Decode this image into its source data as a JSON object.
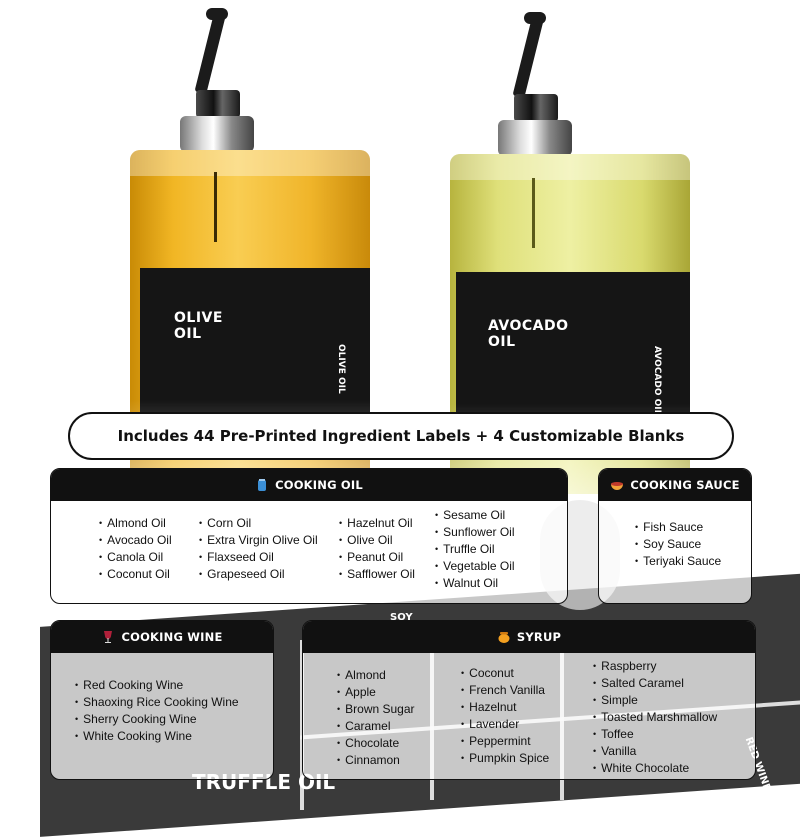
{
  "banner": "Includes 44 Pre-Printed Ingredient Labels + 4 Customizable Blanks",
  "bottles": [
    {
      "label_front": "OLIVE\nOIL",
      "label_side": "OLIVE OIL"
    },
    {
      "label_front": "AVOCADO\nOIL",
      "label_side": "AVOCADO OIL"
    }
  ],
  "sheet_labels": {
    "truffle": "TRUFFLE OIL",
    "soy": "SOY",
    "red_wine": "RED WINE"
  },
  "icons": {
    "cooking_oil": "oil-can-icon",
    "cooking_sauce": "sauce-bowl-icon",
    "cooking_wine": "wine-glass-icon",
    "syrup": "honey-pot-icon"
  },
  "colors": {
    "panel_header": "#111111",
    "olive_oil": "#f1b624",
    "avocado_oil": "#dfe07a"
  },
  "sections": {
    "cooking_oil": {
      "title": "COOKING OIL",
      "columns": [
        [
          "Almond Oil",
          "Avocado Oil",
          "Canola Oil",
          "Coconut Oil"
        ],
        [
          "Corn Oil",
          "Extra Virgin Olive Oil",
          "Flaxseed Oil",
          "Grapeseed Oil"
        ],
        [
          "Hazelnut Oil",
          "Olive Oil",
          "Peanut Oil",
          "Safflower Oil"
        ],
        [
          "Sesame Oil",
          "Sunflower Oil",
          "Truffle Oil",
          "Vegetable Oil",
          "Walnut Oil"
        ]
      ]
    },
    "cooking_sauce": {
      "title": "COOKING SAUCE",
      "columns": [
        [
          "Fish Sauce",
          "Soy Sauce",
          "Teriyaki Sauce"
        ]
      ]
    },
    "cooking_wine": {
      "title": "COOKING WINE",
      "columns": [
        [
          "Red Cooking Wine",
          "Shaoxing Rice Cooking Wine",
          "Sherry Cooking Wine",
          "White Cooking Wine"
        ]
      ]
    },
    "syrup": {
      "title": "SYRUP",
      "columns": [
        [
          "Almond",
          "Apple",
          "Brown Sugar",
          "Caramel",
          "Chocolate",
          "Cinnamon"
        ],
        [
          "Coconut",
          "French Vanilla",
          "Hazelnut",
          "Lavender",
          "Peppermint",
          "Pumpkin Spice"
        ],
        [
          "Raspberry",
          "Salted Caramel",
          "Simple",
          "Toasted Marshmallow",
          "Toffee",
          "Vanilla",
          "White Chocolate"
        ]
      ]
    }
  }
}
